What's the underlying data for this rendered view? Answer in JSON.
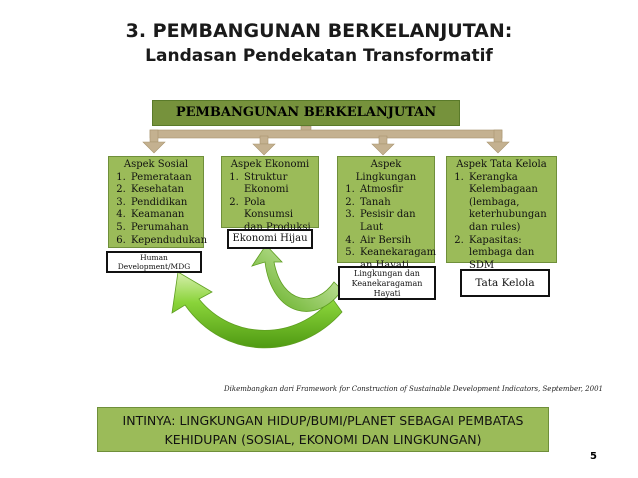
{
  "title_line1": "3.   PEMBANGUNAN BERKELANJUTAN:",
  "title_line2": "Landasan Pendekatan Transformatif",
  "main_box": "PEMBANGUNAN BERKELANJUTAN",
  "aspects": [
    {
      "heading": "Aspek Sosial",
      "items": [
        "Pemerataan",
        "Kesehatan",
        "Pendidikan",
        "Keamanan",
        "Perumahan",
        "Kependudukan"
      ],
      "sublabel": "Human Development/MDG"
    },
    {
      "heading": "Aspek Ekonomi",
      "items": [
        "Struktur Ekonomi",
        "Pola Konsumsi dan Produksi"
      ],
      "sublabel": "Ekonomi Hijau"
    },
    {
      "heading": "Aspek Lingkungan",
      "items": [
        "Atmosfir",
        "Tanah",
        "Pesisir dan Laut",
        "Air Bersih",
        "Keanekaragam an Hayati"
      ],
      "sublabel": "Lingkungan dan Keanekaragaman Hayati"
    },
    {
      "heading": "Aspek Tata Kelola",
      "items": [
        "Kerangka Kelembagaan (lembaga, keterhubungan dan rules)",
        "Kapasitas: lembaga dan SDM"
      ],
      "sublabel": "Tata Kelola"
    }
  ],
  "footnote": "Dikembangkan dari Framework for Construction of Sustainable Development Indicators, September, 2001",
  "bottom_line1": "INTINYA: LINGKUNGAN HIDUP/BUMI/PLANET SEBAGAI PEMBATAS",
  "bottom_line2": "KEHIDUPAN (SOSIAL, EKONOMI DAN LINGKUNGAN)",
  "page_number": "5",
  "colors": {
    "box_green": "#9bbb59",
    "bar_green": "#76923c",
    "connector_tan": "#c4b190",
    "arrow_green": "#6bbf1e"
  }
}
